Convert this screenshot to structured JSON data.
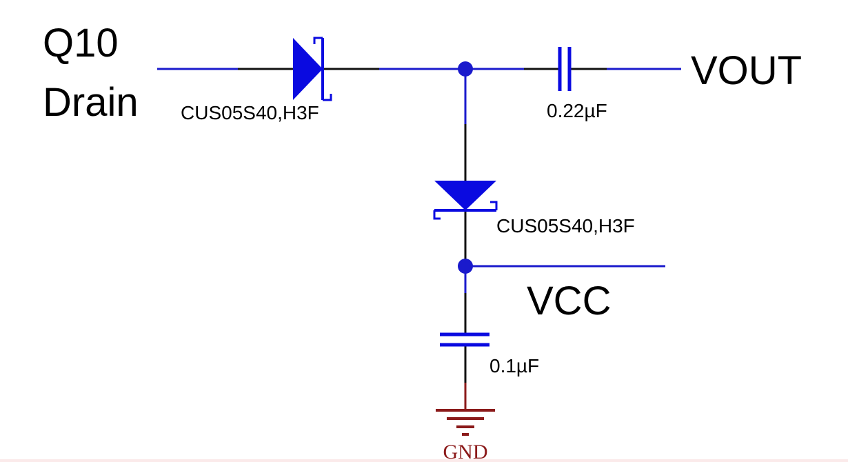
{
  "colors": {
    "wire": "#1a1acc",
    "component": "#0a0ae0",
    "lead": "#111111",
    "ground": "#8b1a1a",
    "text": "#000000"
  },
  "nets": {
    "input_line1": "Q10",
    "input_line2": "Drain",
    "output": "VOUT",
    "supply": "VCC",
    "ground": "GND"
  },
  "components": {
    "d1": {
      "type": "schottky-diode",
      "label": "CUS05S40,H3F"
    },
    "c1": {
      "type": "capacitor",
      "label": "0.22µF"
    },
    "d2": {
      "type": "schottky-diode",
      "label": "CUS05S40,H3F"
    },
    "c2": {
      "type": "capacitor",
      "label": "0.1µF"
    }
  }
}
